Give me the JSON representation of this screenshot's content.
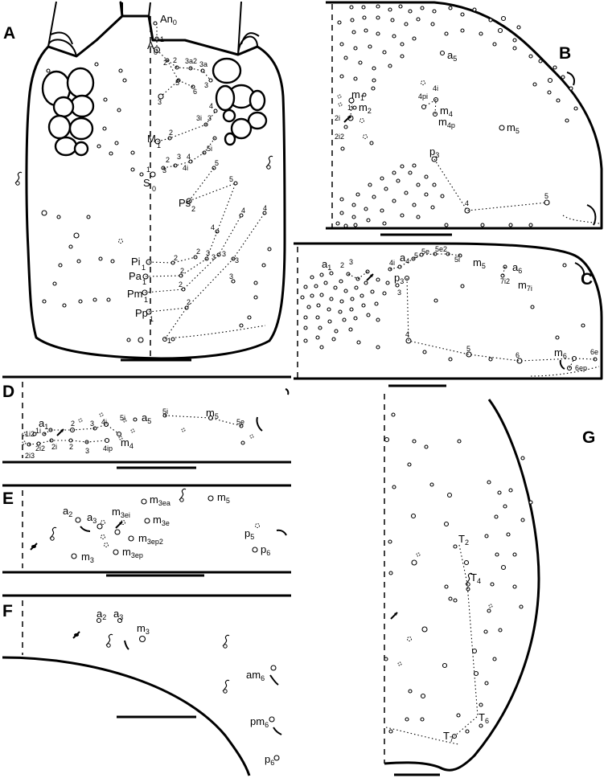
{
  "panels": [
    "A",
    "B",
    "C",
    "D",
    "E",
    "F",
    "G"
  ],
  "labels_A": [
    "An0",
    "A0",
    "1",
    "2",
    "3a2",
    "3a",
    "3",
    "5",
    "6",
    "4",
    "3i",
    "M1",
    "2",
    "3",
    "5i",
    "4i",
    "S0",
    "5",
    "Ps2",
    "5",
    "4",
    "4",
    "Pi1",
    "Pa1",
    "Pm1",
    "Pp1",
    "2",
    "3",
    "3",
    "3",
    "2",
    "2",
    "1",
    "3",
    "3",
    "3"
  ],
  "labels_B": [
    "a5",
    "m1",
    "1i",
    "m2",
    "2i",
    "2i2",
    "4pi",
    "4i",
    "m4",
    "m4p",
    "m5",
    "p3",
    "4",
    "5"
  ],
  "labels_C": [
    "a1",
    "2",
    "3",
    "4i",
    "a4",
    "5e",
    "5e2",
    "5i",
    "m5",
    "p3",
    "a6",
    "m7i",
    "7i2",
    "4",
    "5",
    "6",
    "m6",
    "6e",
    "6ep"
  ],
  "labels_D": [
    "a1",
    "1i",
    "1i2",
    "2",
    "3",
    "4i",
    "5i",
    "a5",
    "5i",
    "m5",
    "5e",
    "2i3",
    "2i2",
    "2i",
    "2",
    "3",
    "4ip",
    "m4"
  ],
  "labels_E": [
    "a2",
    "a3",
    "m3ei",
    "m3ea",
    "m5",
    "m3e",
    "m3ep2",
    "m3ep",
    "m3",
    "p5",
    "p6"
  ],
  "labels_F": [
    "a2",
    "a3",
    "m3",
    "am6",
    "pm6",
    "p6"
  ],
  "labels_G": [
    "T2",
    "T4",
    "T6",
    "T7"
  ]
}
